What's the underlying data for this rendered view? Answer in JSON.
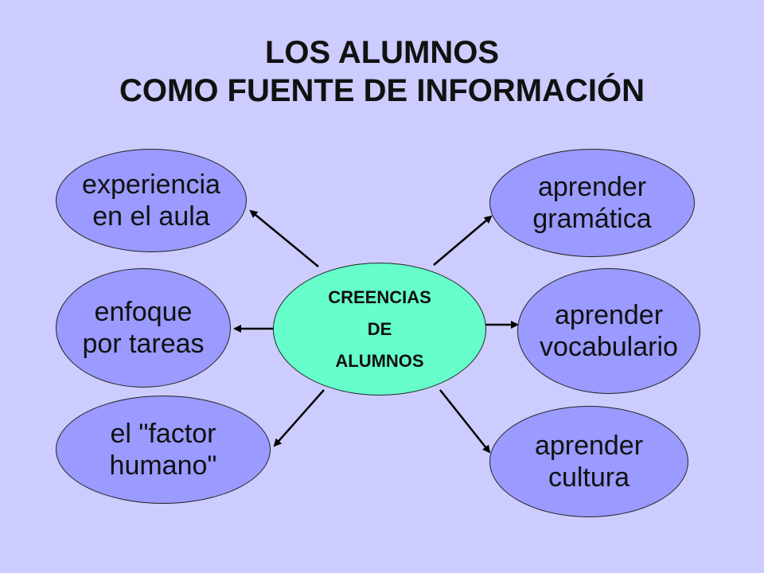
{
  "title": {
    "line1": "LOS ALUMNOS",
    "line2": "COMO FUENTE DE INFORMACIÓN"
  },
  "center": {
    "lines": [
      "CREENCIAS",
      "DE",
      "ALUMNOS"
    ]
  },
  "left_nodes": [
    {
      "lines": [
        "experiencia",
        "en el aula"
      ]
    },
    {
      "lines": [
        "enfoque",
        "por tareas"
      ]
    },
    {
      "lines": [
        "el \"factor",
        "humano\""
      ]
    }
  ],
  "right_nodes": [
    {
      "lines": [
        "aprender",
        "gramática"
      ]
    },
    {
      "lines": [
        "aprender",
        "vocabulario"
      ]
    },
    {
      "lines": [
        "aprender",
        "cultura"
      ]
    }
  ],
  "colors": {
    "background": "#ccccfe",
    "node": "#9a9aff",
    "center": "#66ffcc"
  }
}
